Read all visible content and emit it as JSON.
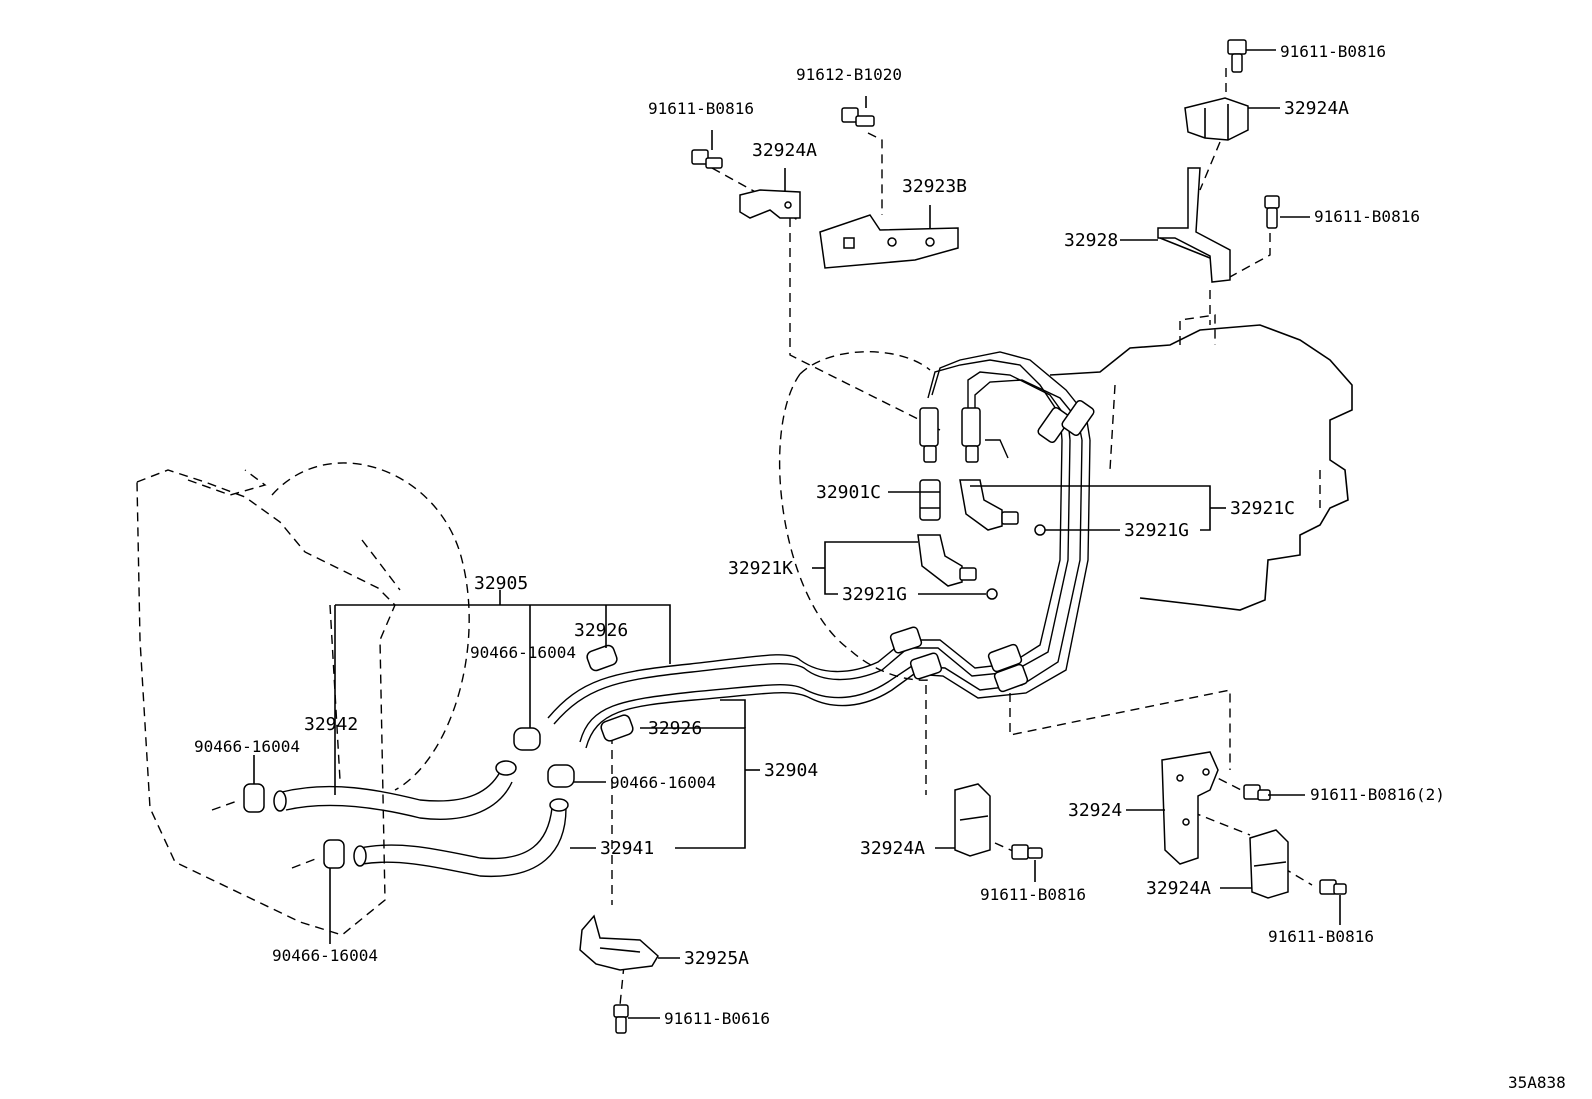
{
  "diagram": {
    "figure_code": "35A838",
    "labels": {
      "l_91611_b0816_a": "91611-B0816",
      "l_91612_b1020": "91612-B1020",
      "l_32924a_a": "32924A",
      "l_32923b": "32923B",
      "l_91611_b0816_b": "91611-B0816",
      "l_32924a_b": "32924A",
      "l_91611_b0816_c": "91611-B0816",
      "l_32928": "32928",
      "l_32901c": "32901C",
      "l_32921c": "32921C",
      "l_32921g_a": "32921G",
      "l_32921k": "32921K",
      "l_32921g_b": "32921G",
      "l_32905": "32905",
      "l_32926_a": "32926",
      "l_90466_16004_a": "90466-16004",
      "l_32942": "32942",
      "l_90466_16004_b": "90466-16004",
      "l_32926_b": "32926",
      "l_32904": "32904",
      "l_90466_16004_c": "90466-16004",
      "l_32941": "32941",
      "l_90466_16004_d": "90466-16004",
      "l_32924a_c": "32924A",
      "l_91611_b0816_d": "91611-B0816",
      "l_32924": "32924",
      "l_91611_b0816_2": "91611-B0816(2)",
      "l_32924a_d": "32924A",
      "l_91611_b0816_e": "91611-B0816",
      "l_32925a": "32925A",
      "l_91611_b0616": "91611-B0616"
    }
  }
}
